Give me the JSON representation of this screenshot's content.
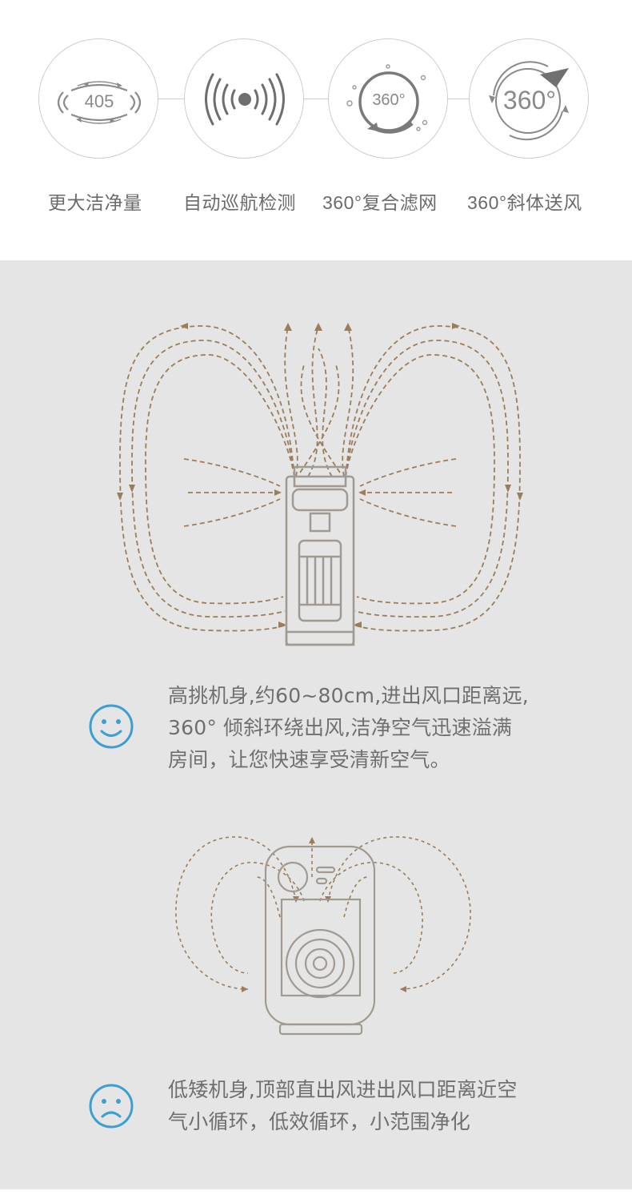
{
  "features": [
    {
      "icon": "airflow-405-icon",
      "badge": "405",
      "label": "更大洁净量"
    },
    {
      "icon": "radar-signal-icon",
      "badge": "",
      "label": "自动巡航检测"
    },
    {
      "icon": "filter-360-icon",
      "badge": "360°",
      "label": "360°复合滤网"
    },
    {
      "icon": "rotate-360-icon",
      "badge": "360°",
      "label": "360°斜体送风"
    }
  ],
  "comparisons": [
    {
      "face_icon": "smile-face-icon",
      "lines": [
        "高挑机身,约60~80cm,进出风口距离远,",
        "360° 倾斜环绕出风,洁净空气迅速溢满",
        "房间，让您快速享受清新空气。"
      ]
    },
    {
      "face_icon": "sad-face-icon",
      "lines": [
        "低矮机身,顶部直出风进出风口距离近空",
        "气小循环，低效循环，小范围净化"
      ]
    }
  ],
  "colors": {
    "airflow": "#9a7e5c",
    "icon_gray": "#8a8a8a",
    "face_blue": "#3b9fcf",
    "panel": "#e5e5e5"
  }
}
